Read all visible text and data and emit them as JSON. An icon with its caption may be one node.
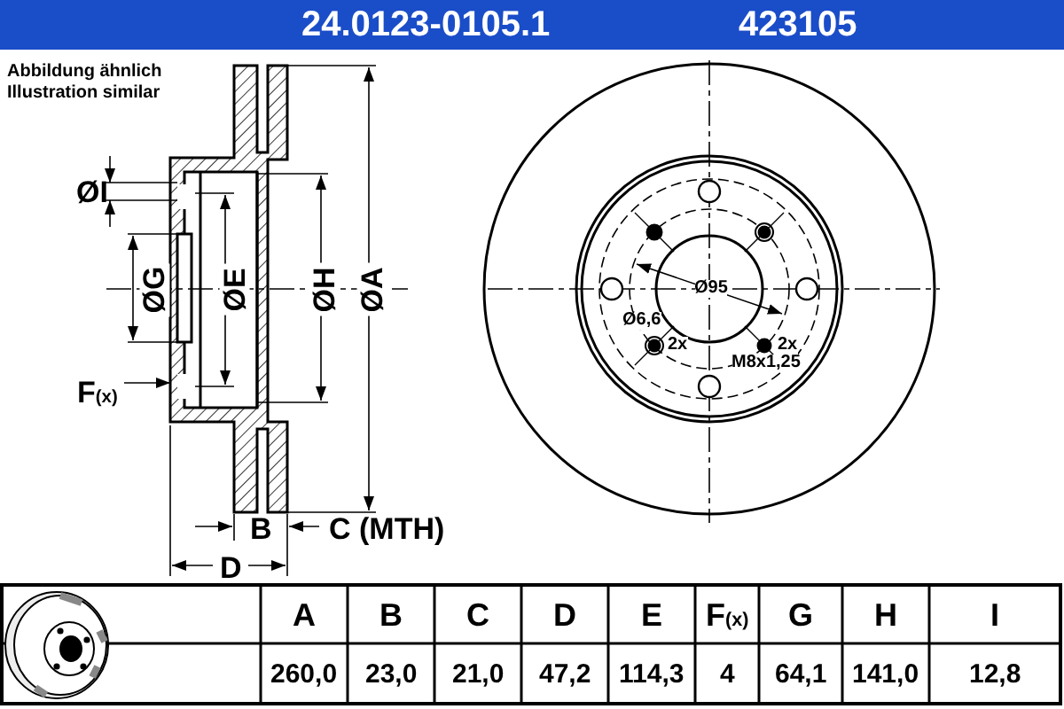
{
  "diagram": {
    "labels": [
      "24.0123-0105.1",
      "423105",
      "Abbildung ähnlich",
      "Illustration similar",
      "ØI",
      "ØG",
      "ØE",
      "ØH",
      "ØA",
      "F$_{(x)}$",
      "B",
      "C (MTH)",
      "D",
      "Ø95",
      "Ø6,6",
      "2x",
      "2x",
      "M8x1,25",
      "A",
      "B",
      "C",
      "D",
      "E",
      "F$_{(x)}$",
      "G",
      "H",
      "I",
      "260,0",
      "23,0",
      "21,0",
      "47,2",
      "114,3",
      "4",
      "64,1",
      "141,0",
      "12,8"
    ]
  }
}
